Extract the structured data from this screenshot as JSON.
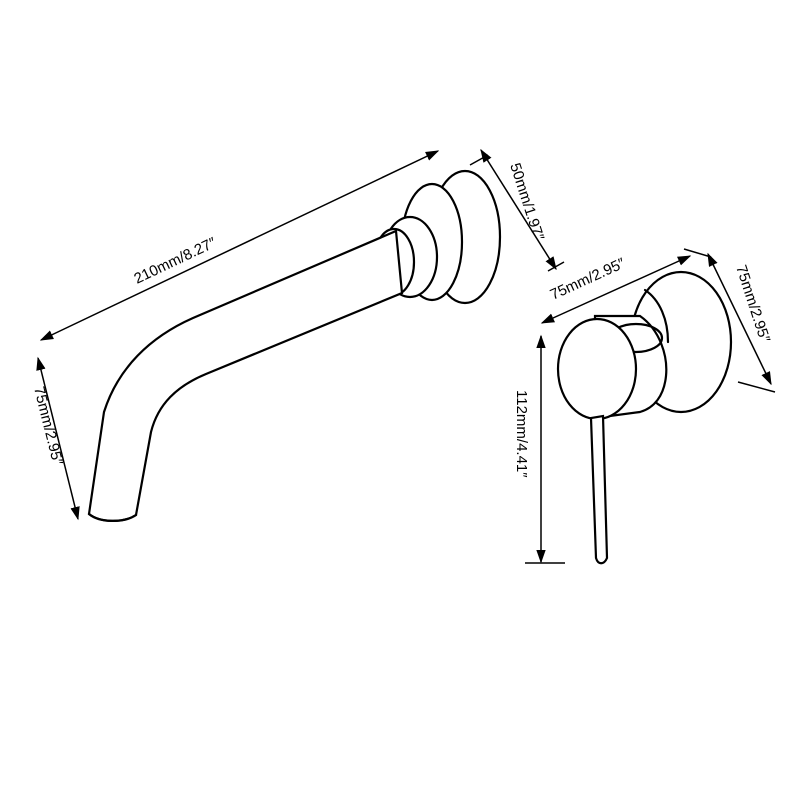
{
  "dimensions": {
    "spout_length": "210mm/8.27″",
    "spout_drop": "75mm/2.95″",
    "spout_plate": "50mm/1.97″",
    "mixer_width": "75mm/2.95″",
    "mixer_plate": "75mm/2.95″",
    "lever_height": "112mm/4.41″"
  }
}
